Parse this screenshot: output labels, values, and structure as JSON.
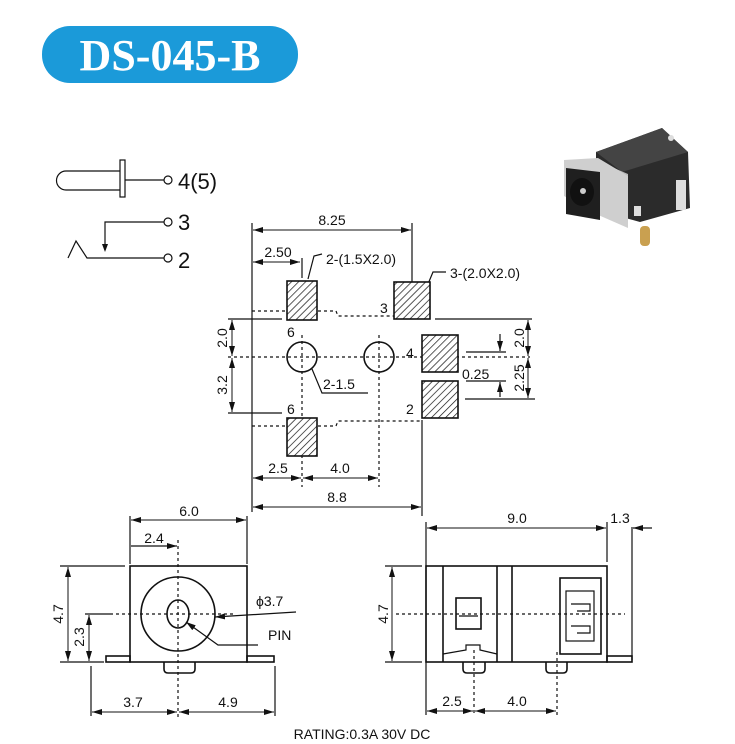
{
  "title": "DS-045-B",
  "colors": {
    "title_bg": "#1b9ad9",
    "line": "#111111"
  },
  "schematic": {
    "pin_45": "4(5)",
    "pin_3": "3",
    "pin_2": "2"
  },
  "footprint": {
    "width_total": "8.25",
    "offset_left": "2.50",
    "small_pad_note": "2-(1.5X2.0)",
    "large_pad_note": "3-(2.0X2.0)",
    "hole_note": "2-1.5",
    "pad_3": "3",
    "pad_4": "4",
    "pad_2": "2",
    "pad_6_top": "6",
    "pad_6_bottom": "6",
    "left_top": "2.0",
    "left_bottom": "3.2",
    "right_top": "2.0",
    "right_bottom": "2.25",
    "gap": "0.25",
    "bottom_left": "2.5",
    "bottom_mid": "4.0",
    "bottom_total": "8.8"
  },
  "front_view": {
    "width": "6.0",
    "center_offset": "2.4",
    "height": "4.7",
    "center_height": "2.3",
    "diameter": "ϕ3.7",
    "pin_label": "PIN",
    "bottom_left": "3.7",
    "bottom_right": "4.9"
  },
  "side_view": {
    "length": "9.0",
    "tab": "1.3",
    "height": "4.7",
    "bottom_left": "2.5",
    "bottom_mid": "4.0"
  },
  "rating": "RATING:0.3A 30V DC"
}
